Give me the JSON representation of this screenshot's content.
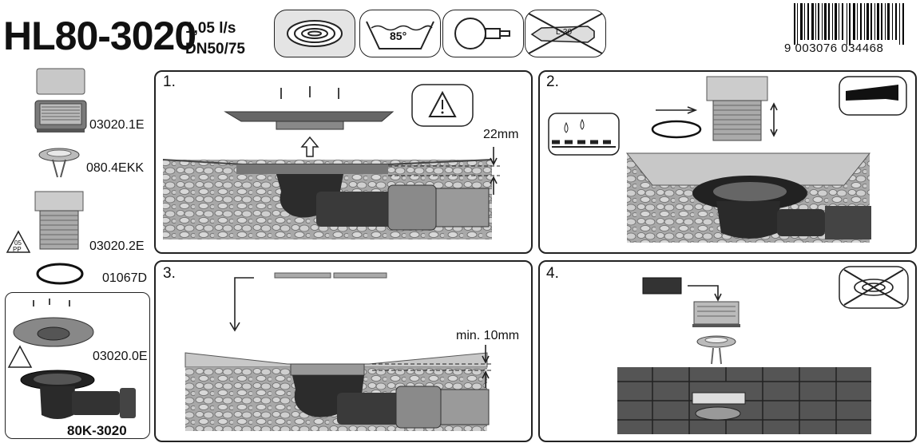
{
  "header": {
    "model": "HL80-3020",
    "flow_rate": "1,05 l/s",
    "pipe_size": "DN50/75",
    "icons": [
      {
        "name": "flat-grate-icon"
      },
      {
        "name": "temperature-85-icon",
        "label": "85°"
      },
      {
        "name": "ball-float-icon"
      },
      {
        "name": "no-silicone-icon",
        "label": "L-30"
      }
    ],
    "barcode_number": "9 003076 034468"
  },
  "parts": [
    {
      "code": "03020.1E"
    },
    {
      "code": "080.4EKK"
    },
    {
      "code": "03020.2E"
    },
    {
      "code": "01067D"
    },
    {
      "code": "03020.0E"
    }
  ],
  "recycle_label": "PP",
  "recycle_number": "05",
  "kit_label": "80K-3020",
  "steps": [
    {
      "number": "1.",
      "measurement": "22mm"
    },
    {
      "number": "2."
    },
    {
      "number": "3.",
      "measurement": "min. 10mm"
    },
    {
      "number": "4."
    }
  ],
  "colors": {
    "stroke": "#222222",
    "stone": "#9a9a9a",
    "metal": "#b8b8b8",
    "dark": "#2a2a2a"
  }
}
